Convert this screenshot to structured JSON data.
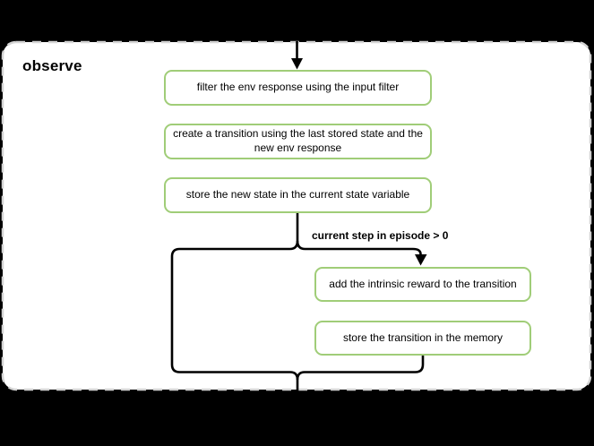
{
  "flow": {
    "title": "observe",
    "condition_label": "current step in episode > 0",
    "steps_main": [
      {
        "label": "filter the env response using the input filter"
      },
      {
        "label": "create a transition using the last stored state and the new env response"
      },
      {
        "label": "store the new state in the current state variable"
      }
    ],
    "steps_conditional": [
      {
        "label": "add the intrinsic reward to the transition"
      },
      {
        "label": "store the transition in the memory"
      }
    ],
    "colors": {
      "background": "#000000",
      "panel_fill": "#ffffff",
      "panel_border": "#d4d4d4",
      "box_fill": "#ffffff",
      "box_border": "#a0cd78",
      "line": "#000000",
      "text": "#000000"
    }
  }
}
